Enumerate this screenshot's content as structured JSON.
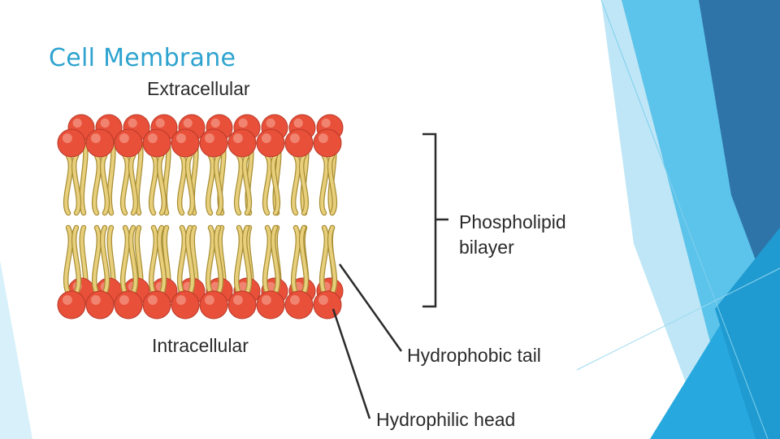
{
  "slide": {
    "title": "Cell Membrane"
  },
  "diagram": {
    "labels": {
      "extracellular": "Extracellular",
      "intracellular": "Intracellular",
      "bilayer_line1": "Phospholipid",
      "bilayer_line2": "bilayer",
      "tail": "Hydrophobic tail",
      "head": "Hydrophilic head"
    },
    "colors": {
      "head": "#e8503a",
      "head_highlight": "#f59a87",
      "tail": "#e8cf7c",
      "tail_outline": "#a88e35",
      "title": "#2ea3cf",
      "accent_light": "#7fd0ee",
      "accent_dark": "#2a6fa3"
    }
  }
}
